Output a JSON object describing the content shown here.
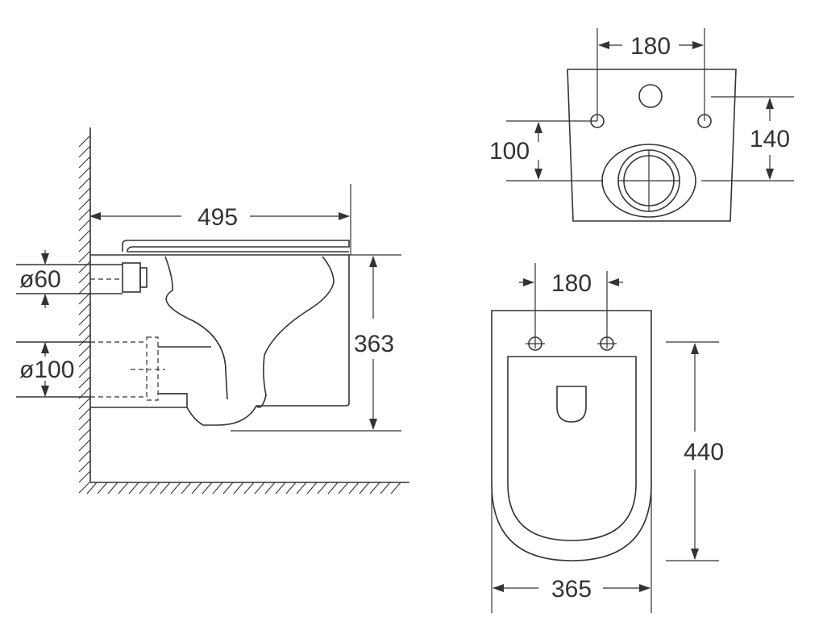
{
  "dimensions": {
    "side_depth": "495",
    "side_height": "363",
    "inlet_diameter": "ø60",
    "outlet_diameter": "ø100",
    "rear_fixing_spacing": "180",
    "rear_fixing_height": "140",
    "rear_outlet_height": "100",
    "top_fixing_spacing": "180",
    "top_length": "440",
    "top_width": "365"
  },
  "colors": {
    "line": "#333333",
    "background": "#ffffff"
  }
}
